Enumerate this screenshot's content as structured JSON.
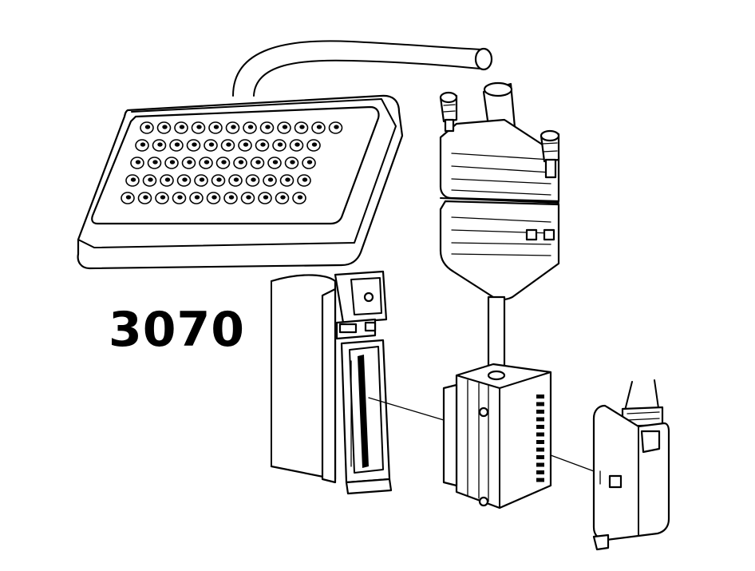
{
  "figure": {
    "model_label": "3070"
  },
  "colors": {
    "ink": "#000000",
    "paper": "#ffffff"
  },
  "keypad": {
    "rows": 5,
    "keys_per_row": [
      12,
      11,
      11,
      11,
      11
    ]
  }
}
